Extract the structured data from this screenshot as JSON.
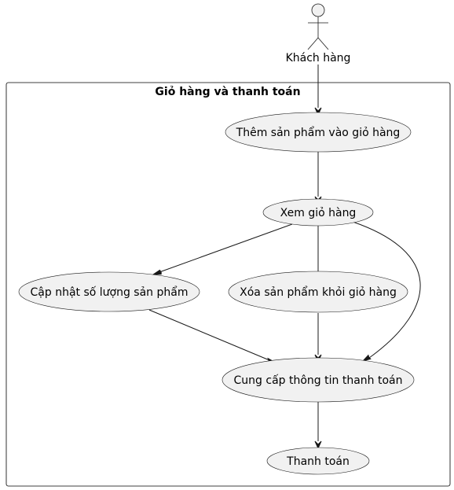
{
  "boundary": {
    "title": "Giỏ hàng và thanh toán"
  },
  "actor": {
    "name": "Khách hàng"
  },
  "use_cases": {
    "add_to_cart": "Thêm sản phẩm vào giỏ hàng",
    "view_cart": "Xem giỏ hàng",
    "update_quantity": "Cập nhật số lượng sản phẩm",
    "remove_from_cart": "Xóa sản phẩm khỏi giỏ hàng",
    "payment_info": "Cung cấp thông tin thanh toán",
    "checkout": "Thanh toán"
  },
  "colors": {
    "use_case_fill": "#f1f1f1",
    "line": "#181818",
    "background": "#ffffff"
  }
}
